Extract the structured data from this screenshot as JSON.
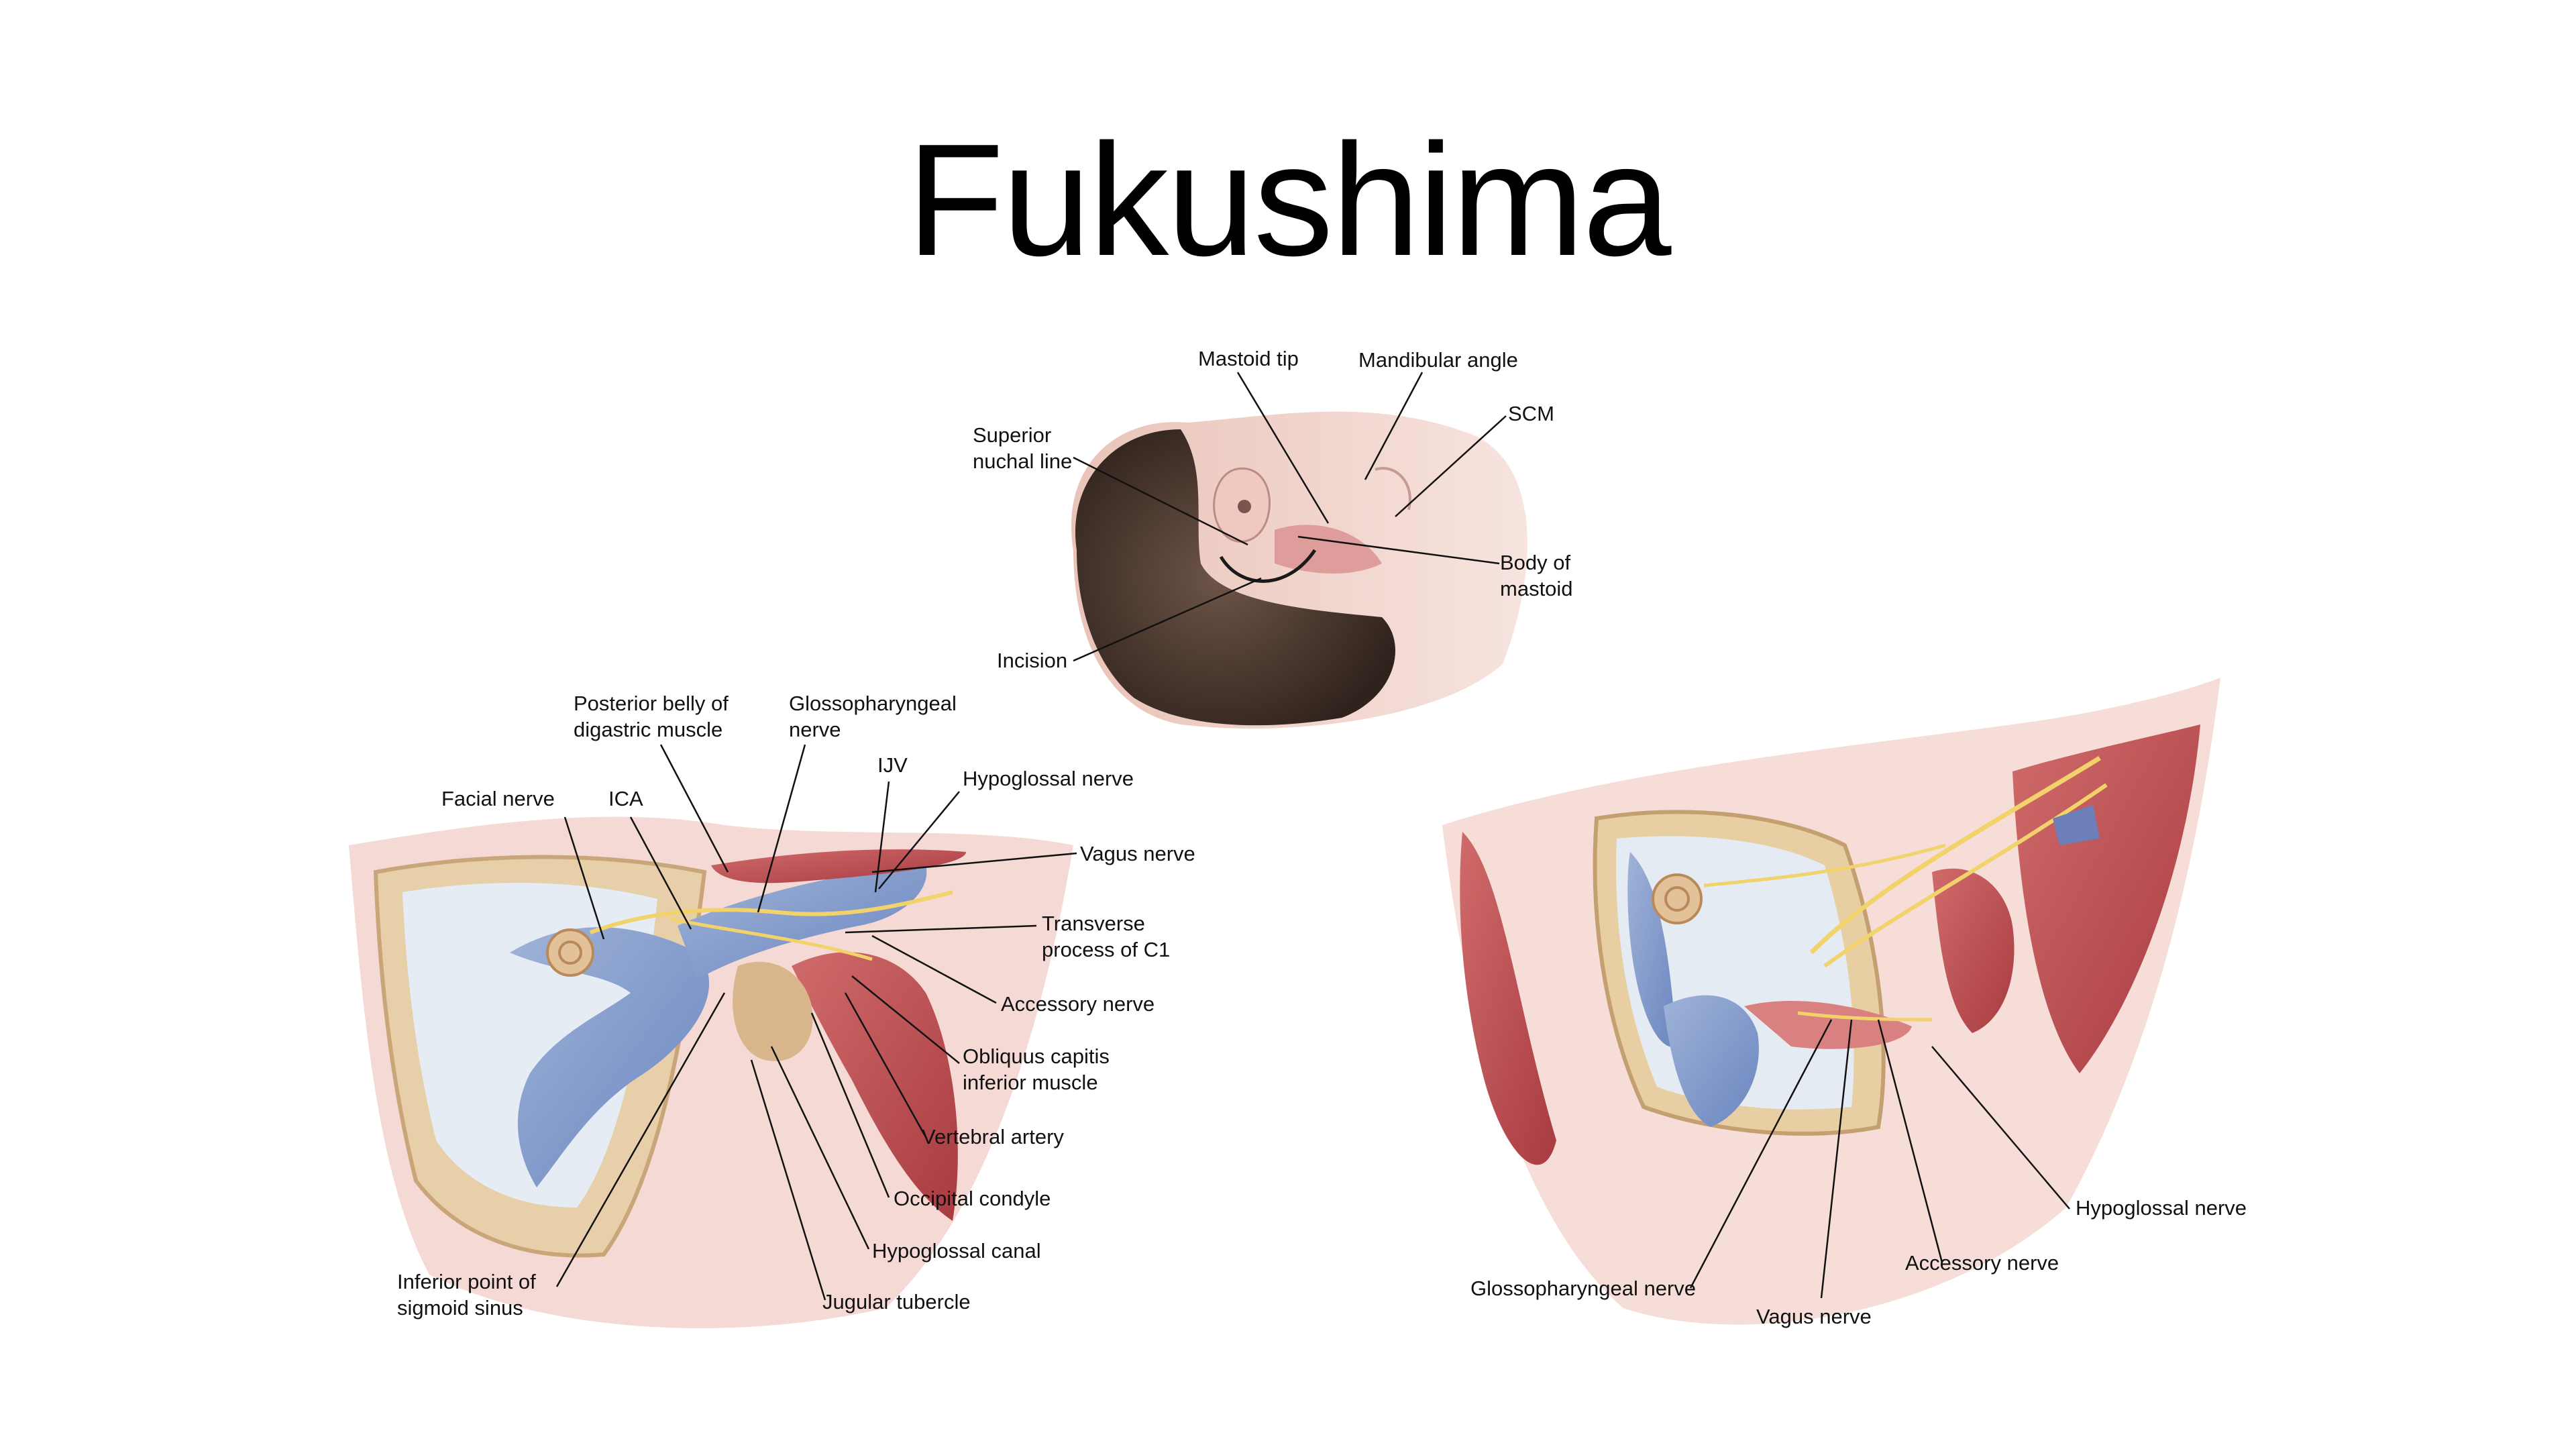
{
  "title": "Fukushima",
  "top_labels": {
    "mastoid_tip": "Mastoid tip",
    "mandibular_angle": "Mandibular angle",
    "scm": "SCM",
    "superior_nuchal_line": [
      "Superior",
      "nuchal line"
    ],
    "body_of_mastoid": [
      "Body of",
      "mastoid"
    ],
    "incision": "Incision"
  },
  "left_labels": {
    "posterior_belly": [
      "Posterior belly of",
      "digastric muscle"
    ],
    "glossopharyngeal": [
      "Glossopharyngeal",
      "nerve"
    ],
    "ijv": "IJV",
    "hypoglossal_nerve": "Hypoglossal nerve",
    "facial_nerve": "Facial nerve",
    "ica": "ICA",
    "vagus_nerve": "Vagus nerve",
    "transverse_process": [
      "Transverse",
      "process of C1"
    ],
    "accessory_nerve": "Accessory nerve",
    "obliquus": [
      "Obliquus capitis",
      "inferior muscle"
    ],
    "vertebral_artery": "Vertebral artery",
    "occipital_condyle": "Occipital condyle",
    "hypoglossal_canal": "Hypoglossal canal",
    "jugular_tubercle": "Jugular tubercle",
    "inferior_point": [
      "Inferior point of",
      "sigmoid sinus"
    ]
  },
  "right_labels": {
    "hypoglossal_nerve": "Hypoglossal nerve",
    "accessory_nerve": "Accessory nerve",
    "glossopharyngeal_nerve": "Glossopharyngeal nerve",
    "vagus_nerve": "Vagus nerve"
  }
}
